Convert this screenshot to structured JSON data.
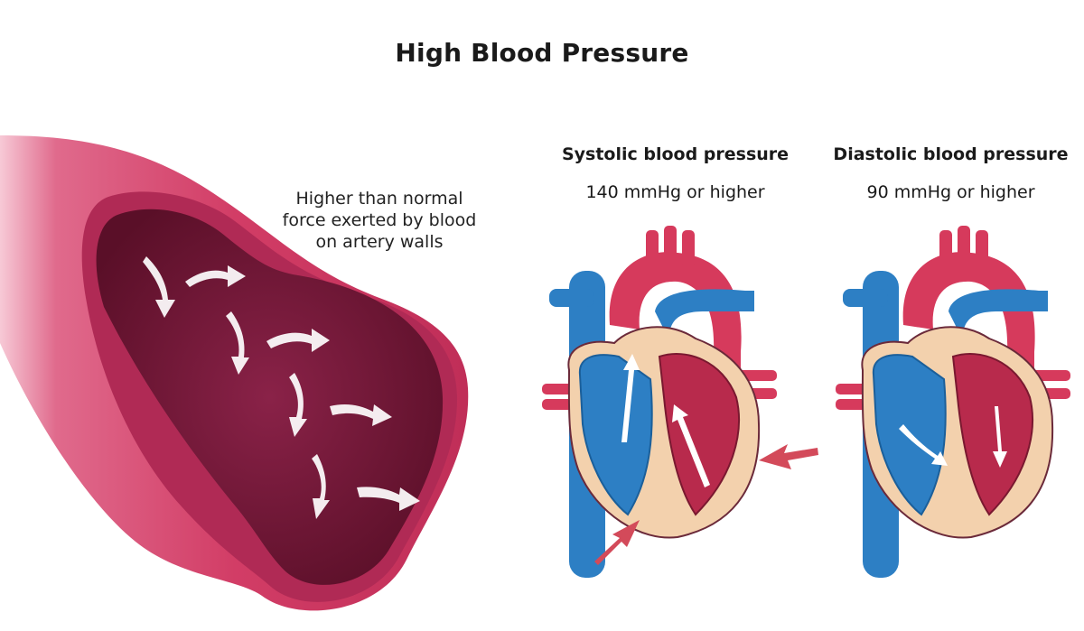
{
  "title": "High Blood Pressure",
  "artery": {
    "description_lines": [
      "Higher than normal",
      "force exerted by blood",
      "on artery walls"
    ]
  },
  "systolic": {
    "heading": "Systolic blood pressure",
    "value": "140 mmHg or higher"
  },
  "diastolic": {
    "heading": "Diastolic blood pressure",
    "value": "90 mmHg or higher"
  },
  "colors": {
    "artery_wall": "#d23d66",
    "artery_inner": "#8e1f45",
    "lumen": "#6e1432",
    "vein_blue": "#2d7fc4",
    "dark_blue": "#1b5f9a",
    "aorta_red": "#d63a5c",
    "heart_tissue": "#f3d1ad",
    "pressure_arrow": "#d34a5a"
  },
  "icons": {
    "flow_arrow": "curved-white-arrow-icon",
    "pressure_arrow": "pressure-arrow-icon"
  }
}
